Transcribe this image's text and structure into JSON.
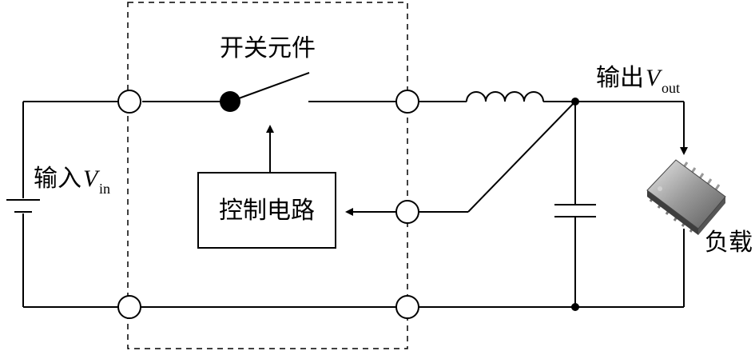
{
  "labels": {
    "switch": "开关元件",
    "control": "控制电路",
    "input_prefix": "输入",
    "input_var": "V",
    "input_sub": "in",
    "output_prefix": "输出",
    "output_var": "V",
    "output_sub": "out",
    "load": "负载"
  },
  "colors": {
    "line": "#000000",
    "background": "#ffffff"
  }
}
